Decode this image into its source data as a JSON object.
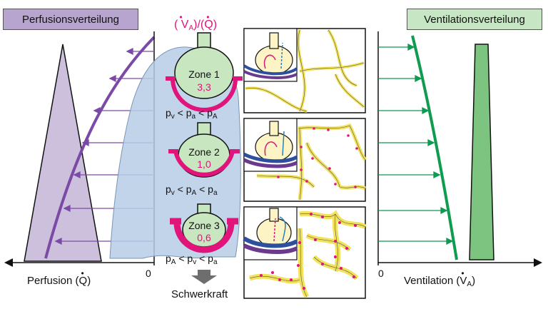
{
  "perfusion_box": {
    "title": "Perfusionsverteilung",
    "color": "#b7a5cf"
  },
  "ventilation_box": {
    "title": "Ventilationsverteilung",
    "color": "#c7e6c4"
  },
  "ratio_header": {
    "v": "V",
    "v_sub": "A",
    "q": "Q",
    "color": "#e0147a"
  },
  "zones": [
    {
      "name": "Zone 1",
      "value": "3,3",
      "relation": [
        "p",
        "v",
        " < p",
        "a",
        " < p",
        "A"
      ]
    },
    {
      "name": "Zone 2",
      "value": "1,0",
      "relation": [
        "p",
        "v",
        " < p",
        "A",
        " < p",
        "a"
      ]
    },
    {
      "name": "Zone 3",
      "value": "0,6",
      "relation": [
        "p",
        "A",
        " < p",
        "v",
        " < p",
        "a"
      ]
    }
  ],
  "axes": {
    "perfusion_label": "Perfusion (",
    "perfusion_symbol": "Q",
    "perfusion_zero": "0",
    "ventilation_label": "Ventilation (",
    "ventilation_symbol": "V",
    "ventilation_sub": "A",
    "ventilation_zero": "0"
  },
  "gravity_label": "Schwerkraft",
  "colors": {
    "perfusion_line": "#7b4aa6",
    "ventilation_line": "#0f9b50",
    "zone_accent": "#e0147a",
    "lung": "#b7cde6",
    "alveolus": "#c8e6c0",
    "capillary_wall": "#f2e25a"
  }
}
